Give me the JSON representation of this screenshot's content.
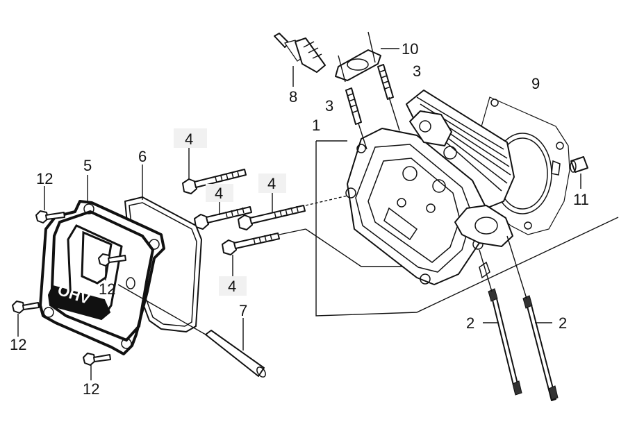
{
  "callouts": {
    "c1": "1",
    "c2a": "2",
    "c2b": "2",
    "c3a": "3",
    "c3b": "3",
    "c4a": "4",
    "c4b": "4",
    "c4c": "4",
    "c4d": "4",
    "c5": "5",
    "c6": "6",
    "c7": "7",
    "c8": "8",
    "c9": "9",
    "c10": "10",
    "c11": "11",
    "c12a": "12",
    "c12b": "12",
    "c12c": "12",
    "c12d": "12"
  },
  "cover_logo": "OHV"
}
